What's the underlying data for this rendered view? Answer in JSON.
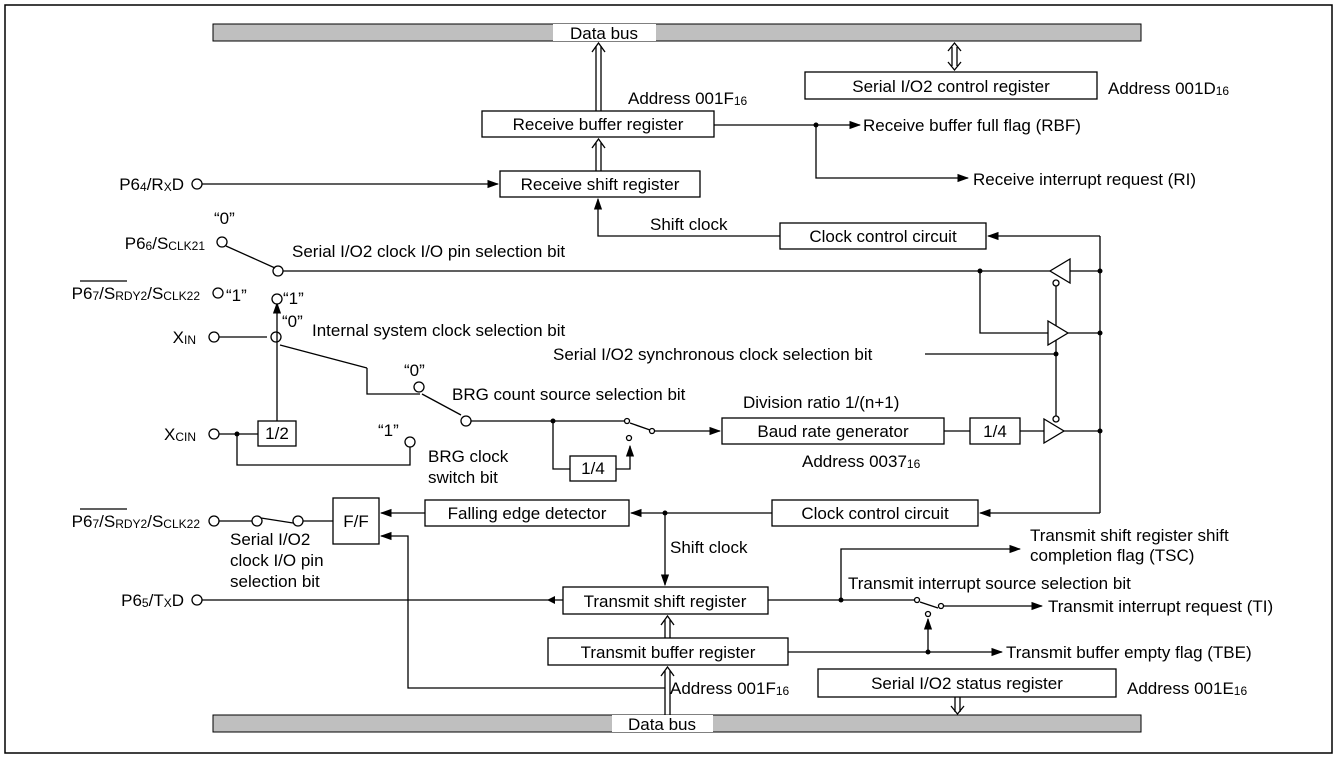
{
  "bus": {
    "top": "Data bus",
    "bottom": "Data bus"
  },
  "blocks": {
    "sio2_control_register": "Serial I/O2 control register",
    "receive_buffer_register": "Receive buffer register",
    "receive_shift_register": "Receive shift register",
    "clock_control_circuit_top": "Clock control circuit",
    "half_divider": "1/2",
    "quarter_divider_brg": "1/4",
    "baud_rate_generator": "Baud rate generator",
    "quarter_divider_out": "1/4",
    "flip_flop": "F/F",
    "falling_edge_detector": "Falling edge detector",
    "clock_control_circuit_bottom": "Clock control circuit",
    "transmit_shift_register": "Transmit shift register",
    "transmit_buffer_register": "Transmit buffer register",
    "sio2_status_register": "Serial I/O2 status register"
  },
  "addresses": {
    "control": {
      "prefix": "Address 001D",
      "sub": "16"
    },
    "receive_buffer": {
      "prefix": "Address 001F",
      "sub": "16"
    },
    "brg": {
      "prefix": "Address 0037",
      "sub": "16"
    },
    "transmit_buffer": {
      "prefix": "Address 001F",
      "sub": "16"
    },
    "status": {
      "prefix": "Address 001E",
      "sub": "16"
    }
  },
  "pins": {
    "rxd": {
      "a": "P6",
      "a_sub": "4",
      "b": "/R",
      "b_sub": "X",
      "c": "D"
    },
    "sclk21": {
      "a": "P6",
      "a_sub": "6",
      "b": "/S",
      "b_sub": "CLK21"
    },
    "sclk22_top": {
      "a": "P6",
      "a_sub": "7",
      "b": "/",
      "over": "S",
      "over_sub": "RDY2",
      "c": "/S",
      "c_sub": "CLK22"
    },
    "xin": {
      "a": "X",
      "a_sub": "IN"
    },
    "xcin": {
      "a": "X",
      "a_sub": "CIN"
    },
    "sclk22_bottom": {
      "a": "P6",
      "a_sub": "7",
      "b": "/",
      "over": "S",
      "over_sub": "RDY2",
      "c": "/S",
      "c_sub": "CLK22"
    },
    "txd": {
      "a": "P6",
      "a_sub": "5",
      "b": "/T",
      "b_sub": "X",
      "c": "D"
    }
  },
  "signals": {
    "rbf": "Receive buffer full flag (RBF)",
    "ri": "Receive interrupt request (RI)",
    "shift_clock_top": "Shift clock",
    "shift_clock_bottom": "Shift clock",
    "sync_clock_sel": "Serial I/O2 synchronous clock selection bit",
    "division_ratio": "Division ratio 1/(n+1)",
    "tsc_line1": "Transmit shift register shift",
    "tsc_line2": "completion flag (TSC)",
    "ti_source_sel": "Transmit interrupt source selection bit",
    "ti": "Transmit interrupt request (TI)",
    "tbe": "Transmit buffer empty flag (TBE)"
  },
  "switches": {
    "clock_pin_sel": "Serial I/O2 clock I/O pin selection bit",
    "internal_clock_sel": "Internal system clock selection bit",
    "brg_source_sel": "BRG count source selection bit",
    "brg_clock_switch_line1": "BRG clock",
    "brg_clock_switch_line2": "switch bit",
    "bottom_pin_sel_line1": "Serial I/O2",
    "bottom_pin_sel_line2": "clock I/O pin",
    "bottom_pin_sel_line3": "selection bit",
    "opt0_sclk": "“0”",
    "opt1_sclk": "“1”",
    "opt0_xin": "“0”",
    "opt0_brg": "“0”",
    "opt1_xcin": "“1”",
    "opt1_brg": "“1”"
  }
}
